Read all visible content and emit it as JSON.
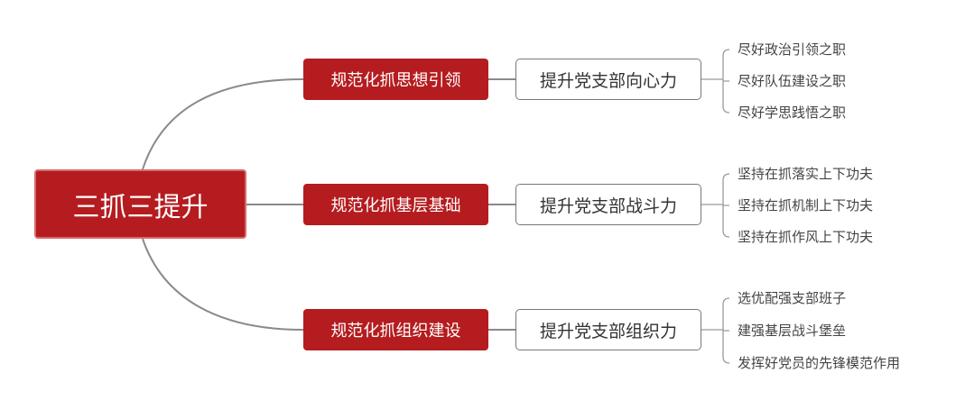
{
  "root": {
    "label": "三抓三提升"
  },
  "branches": [
    {
      "label": "规范化抓思想引领",
      "goal": "提升党支部向心力",
      "items": [
        "尽好政治引领之职",
        "尽好队伍建设之职",
        "尽好学思践悟之职"
      ]
    },
    {
      "label": "规范化抓基层基础",
      "goal": "提升党支部战斗力",
      "items": [
        "坚持在抓落实上下功夫",
        "坚持在抓机制上下功夫",
        "坚持在抓作风上下功夫"
      ]
    },
    {
      "label": "规范化抓组织建设",
      "goal": "提升党支部组织力",
      "items": [
        "选优配强支部班子",
        "建强基层战斗堡垒",
        "发挥好党员的先锋模范作用"
      ]
    }
  ],
  "colors": {
    "primary": "#b51c1f",
    "line": "#888888"
  }
}
